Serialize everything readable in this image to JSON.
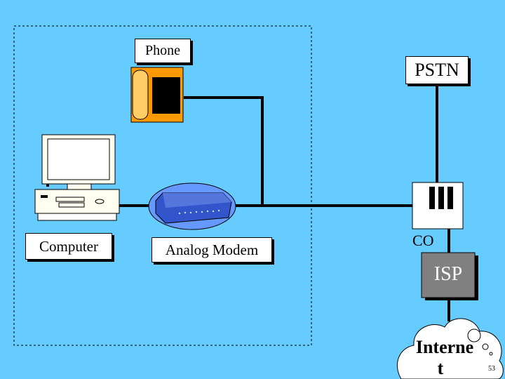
{
  "labels": {
    "phone": "Phone",
    "pstn": "PSTN",
    "computer": "Computer",
    "modem": "Analog Modem",
    "co": "CO",
    "isp": "ISP",
    "internet_line1": "Interne",
    "internet_line2": "t",
    "page_number": "53"
  },
  "colors": {
    "background": "#66ccff",
    "phone_body": "#ff9900",
    "phone_handset": "#ffcc66",
    "isp_box": "#808080",
    "line": "#000000",
    "modem_oval": "#6699ff",
    "modem_body": "#3355cc"
  },
  "icons": {
    "phone": "phone-icon",
    "computer": "computer-icon",
    "modem": "modem-icon",
    "co_switch": "co-switch-icon",
    "internet": "cloud-icon"
  }
}
